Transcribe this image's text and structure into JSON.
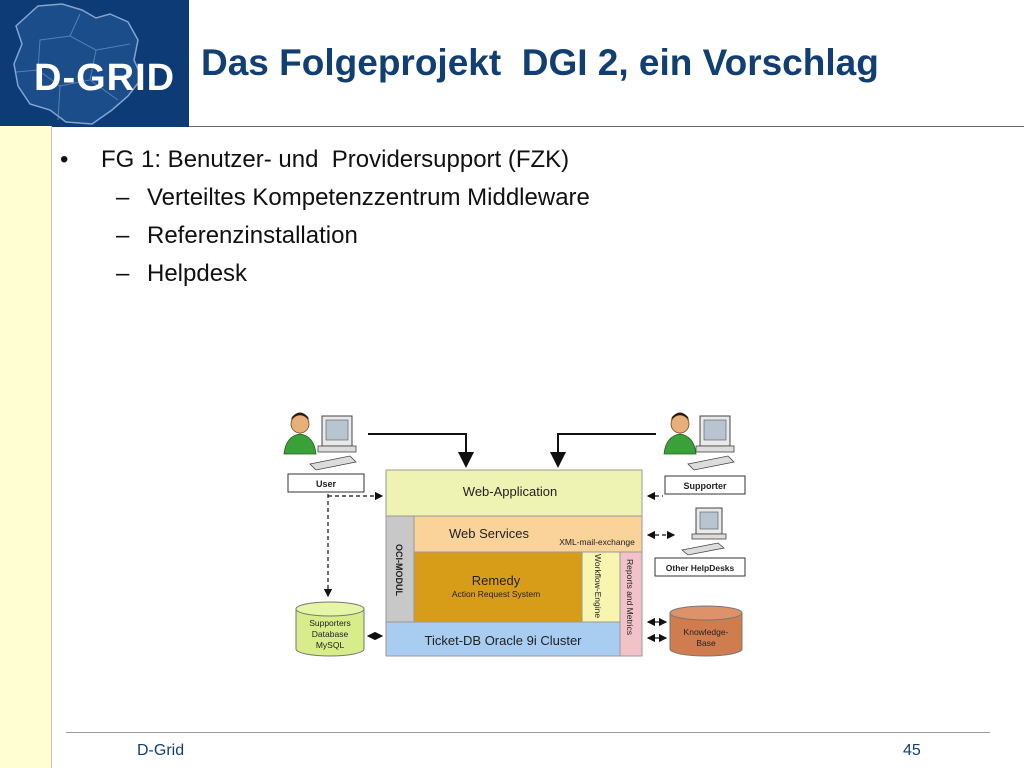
{
  "slide": {
    "title": "Das Folgeprojekt  DGI 2, ein Vorschlag",
    "logo_text": "D-GRID",
    "bullets": [
      {
        "marker": "•",
        "text": "FG 1: Benutzer- und  Providersupport (FZK)"
      }
    ],
    "sub_bullets": [
      {
        "marker": "–",
        "text": "Verteiltes Kompetenzzentrum Middleware"
      },
      {
        "marker": "–",
        "text": "Referenzinstallation"
      },
      {
        "marker": "–",
        "text": "Helpdesk"
      }
    ],
    "footer_left": "D-Grid",
    "page_number": "45"
  },
  "diagram": {
    "user_label": "User",
    "supporter_label": "Supporter",
    "other_helpdesks_label": "Other HelpDesks",
    "web_application": "Web-Application",
    "web_services": "Web Services",
    "xml_mail_exchange": "XML-mail-exchange",
    "oci_modul": "OCI-MODUL",
    "remedy": "Remedy",
    "remedy_sub": "Action Request System",
    "workflow_engine": "Workflow-Engine",
    "reports_metrics": "Reports and Metrics",
    "ticket_db": "Ticket-DB Oracle 9i Cluster",
    "supporters_db": [
      "Supporters",
      "Database",
      "MySQL"
    ],
    "knowledge_base": [
      "Knowledge-",
      "Base"
    ],
    "colors": {
      "web_app": "#eef3b4",
      "web_services": "#f9d39a",
      "remedy": "#d89d18",
      "workflow": "#f7f5b0",
      "reports": "#f1c2c8",
      "oci": "#c8c8c8",
      "ticket_db": "#a9cdf0",
      "supporters_db": "#d8ed8a",
      "knowledge_base": "#cf7d4f"
    }
  }
}
